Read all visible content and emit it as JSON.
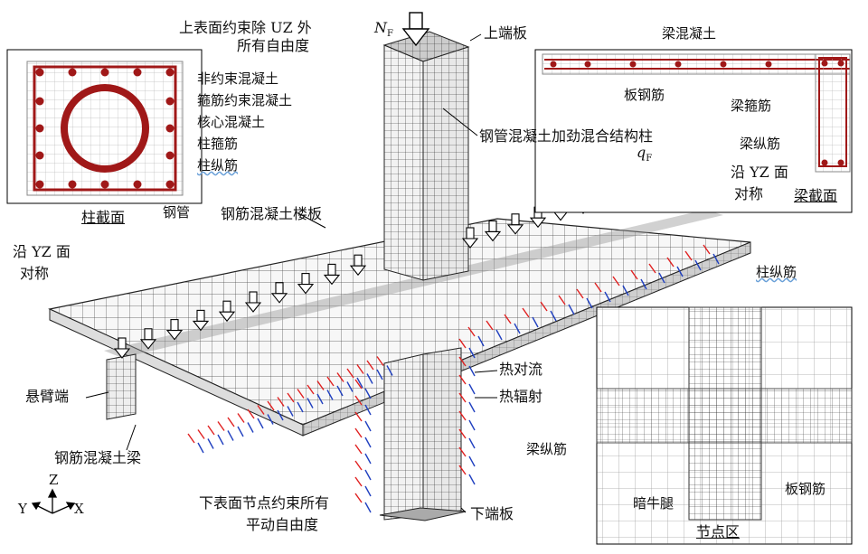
{
  "labels": {
    "top_constraint": "上表面约束除 UZ 外",
    "top_constraint_2": "所有自由度",
    "nf": "N",
    "nf_sub": "F",
    "top_plate": "上端板",
    "cfst_column": "钢管混凝土加劲混合结构柱",
    "qf": "q",
    "qf_sub": "F",
    "sym_right": "沿 YZ 面",
    "sym_right_2": "对称",
    "rc_slab": "钢筋混凝土楼板",
    "sym_left": "沿 YZ 面",
    "sym_left_2": "对称",
    "cantilever": "悬臂端",
    "rc_beam": "钢筋混凝土梁",
    "heat_convection": "热对流",
    "heat_radiation": "热辐射",
    "bottom_constraint": "下表面节点约束所有",
    "bottom_constraint_2": "平动自由度",
    "bottom_plate": "下端板",
    "axis_z": "Z",
    "axis_y": "Y",
    "axis_x": "X"
  },
  "column_section": {
    "title": "柱截面",
    "unconfined": "非约束混凝土",
    "stirrup_confined": "箍筋约束混凝土",
    "core": "核心混凝土",
    "stirrup": "柱箍筋",
    "long_bar": "柱纵筋",
    "steel_tube": "钢管"
  },
  "beam_section": {
    "title": "梁截面",
    "beam_concrete": "梁混凝土",
    "slab_rebar": "板钢筋",
    "beam_stirrup": "梁箍筋",
    "beam_long_bar": "梁纵筋"
  },
  "joint": {
    "title": "节点区",
    "col_long_bar": "柱纵筋",
    "beam_long_bar": "梁纵筋",
    "hidden_corbel": "暗牛腿",
    "slab_rebar": "板钢筋"
  },
  "colors": {
    "steel": "#a01818",
    "heat_red": "#e02020",
    "heat_blue": "#1f3fbf",
    "mesh": "#333333"
  }
}
